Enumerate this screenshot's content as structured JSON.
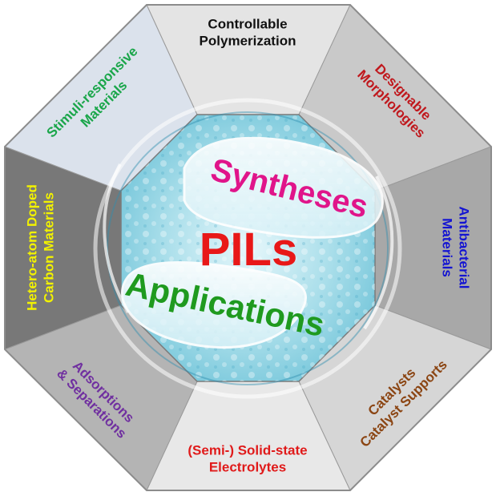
{
  "center": {
    "top_word": "Syntheses",
    "middle_word": "PILs",
    "bottom_word": "Applications",
    "colors": {
      "top": "#e0158a",
      "middle": "#e81818",
      "bottom": "#1f9a1f"
    }
  },
  "segments": [
    {
      "id": "top",
      "lines": [
        "Controllable",
        "Polymerization"
      ],
      "color": "#111111",
      "bg": "#e4e4e4"
    },
    {
      "id": "top-right",
      "lines": [
        "Designable",
        "Morphologies"
      ],
      "color": "#c0181d",
      "bg": "#c9c9c9"
    },
    {
      "id": "right",
      "lines": [
        "Antibacterial",
        "Materials"
      ],
      "color": "#1414d2",
      "bg": "#a8a8a8"
    },
    {
      "id": "bottom-right",
      "lines": [
        "Catalysts",
        "Catalyst Supports"
      ],
      "color": "#8b4513",
      "bg": "#d6d6d6"
    },
    {
      "id": "bottom",
      "lines": [
        "(Semi-) Solid-state",
        "Electrolytes"
      ],
      "color": "#e01a1a",
      "bg": "#e8e8e8"
    },
    {
      "id": "bottom-left",
      "lines": [
        "Adsorptions",
        "& Separations"
      ],
      "color": "#7030a0",
      "bg": "#b4b4b4"
    },
    {
      "id": "left",
      "lines": [
        "Hetero-atom Doped",
        "Carbon Materials"
      ],
      "color": "#f2f200",
      "bg": "#787878"
    },
    {
      "id": "top-left",
      "lines": [
        "Stimuli-responsive",
        "Materials"
      ],
      "color": "#1aa64a",
      "bg": "#dbe2ec"
    }
  ]
}
